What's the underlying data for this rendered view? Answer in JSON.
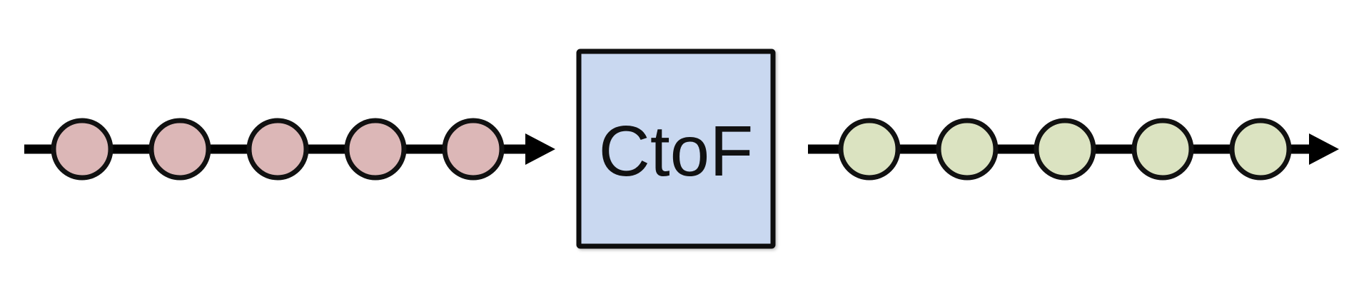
{
  "processor": {
    "label": "CtoF",
    "fill": "#c9d8f0",
    "stroke": "#111111"
  },
  "input_stream": {
    "token_count": 5,
    "token_fill": "#dcb7b7",
    "direction": "left-to-right"
  },
  "output_stream": {
    "token_count": 5,
    "token_fill": "#dbe3c1",
    "direction": "left-to-right"
  },
  "icons": {
    "arrowhead": "arrowhead-icon",
    "token": "circle-icon"
  }
}
